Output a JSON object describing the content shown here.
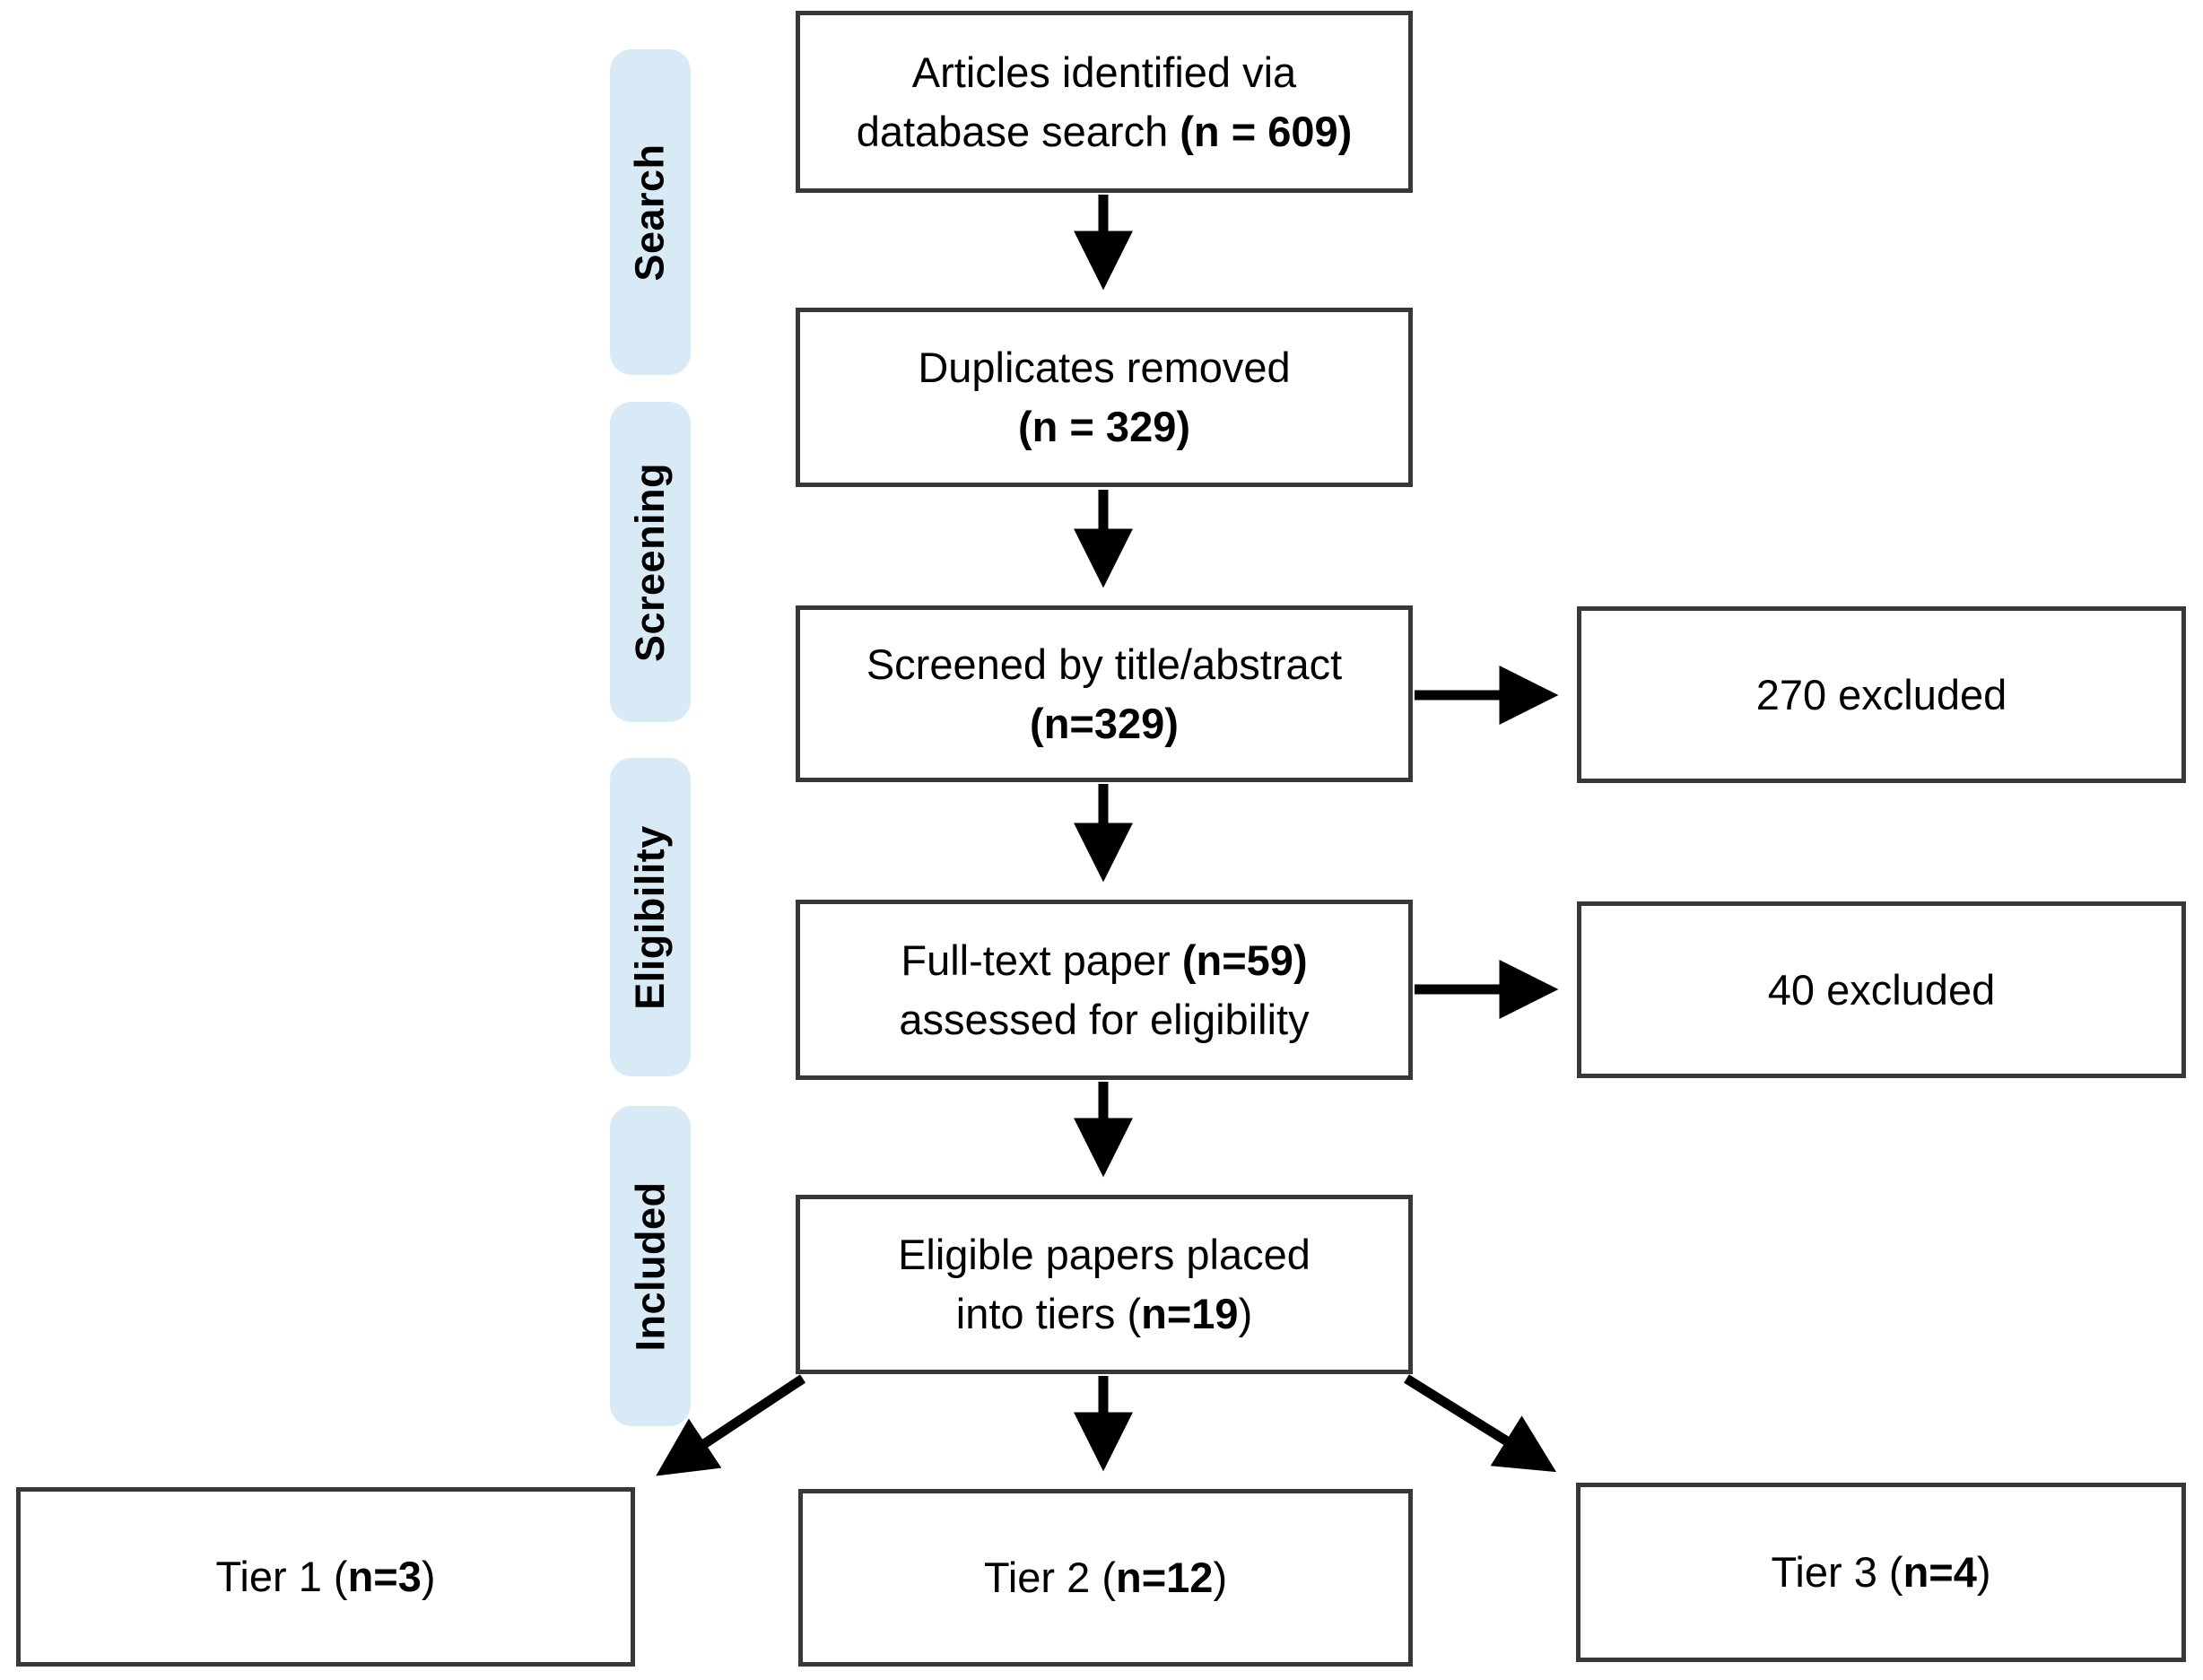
{
  "diagram_title": "PRISMA-style article selection flow",
  "colors": {
    "stage_fill": "#D9EAF7",
    "box_border": "#383838",
    "arrow": "#000000",
    "text": "#000000",
    "background": "#FFFFFF"
  },
  "stages": [
    {
      "label": "Search"
    },
    {
      "label": "Screening"
    },
    {
      "label": "Eligibility"
    },
    {
      "label": "Included"
    }
  ],
  "boxes": {
    "identified": {
      "lines": [
        [
          {
            "t": "Articles identified via",
            "b": false
          }
        ],
        [
          {
            "t": "database search ",
            "b": false
          },
          {
            "t": "(n = 609)",
            "b": true
          }
        ]
      ]
    },
    "duplicates": {
      "lines": [
        [
          {
            "t": "Duplicates removed",
            "b": false
          }
        ],
        [
          {
            "t": "(n = 329)",
            "b": true
          }
        ]
      ]
    },
    "screened": {
      "lines": [
        [
          {
            "t": "Screened by title/abstract",
            "b": false
          }
        ],
        [
          {
            "t": "(n=329)",
            "b": true
          }
        ]
      ]
    },
    "fulltext": {
      "lines": [
        [
          {
            "t": "Full-text paper ",
            "b": false
          },
          {
            "t": "(n=59)",
            "b": true
          }
        ],
        [
          {
            "t": "assessed for eligibility",
            "b": false
          }
        ]
      ]
    },
    "eligible": {
      "lines": [
        [
          {
            "t": "Eligible papers placed",
            "b": false
          }
        ],
        [
          {
            "t": "into tiers (",
            "b": false
          },
          {
            "t": "n=19",
            "b": true
          },
          {
            "t": ")",
            "b": false
          }
        ]
      ]
    },
    "excluded_screening": {
      "lines": [
        [
          {
            "t": "270 excluded",
            "b": false
          }
        ]
      ]
    },
    "excluded_eligibility": {
      "lines": [
        [
          {
            "t": "40 excluded",
            "b": false
          }
        ]
      ]
    },
    "tier1": {
      "lines": [
        [
          {
            "t": "Tier 1 (",
            "b": false
          },
          {
            "t": "n=3",
            "b": true
          },
          {
            "t": ")",
            "b": false
          }
        ]
      ]
    },
    "tier2": {
      "lines": [
        [
          {
            "t": "Tier 2 (",
            "b": false
          },
          {
            "t": "n=12",
            "b": true
          },
          {
            "t": ")",
            "b": false
          }
        ]
      ]
    },
    "tier3": {
      "lines": [
        [
          {
            "t": "Tier 3 (",
            "b": false
          },
          {
            "t": "n=4",
            "b": true
          },
          {
            "t": ")",
            "b": false
          }
        ]
      ]
    }
  }
}
